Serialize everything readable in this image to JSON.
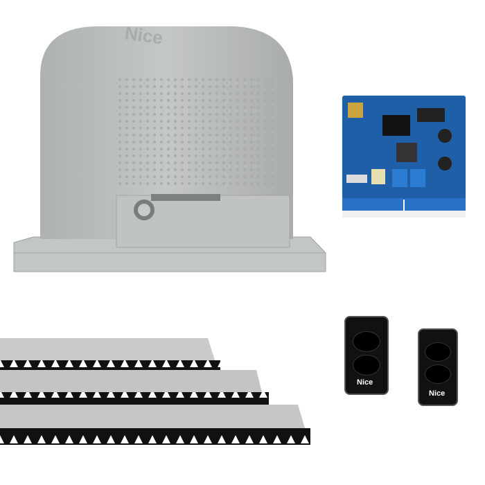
{
  "product": {
    "motor_logo": "Nice",
    "remote_logo": "Nice",
    "remote_count": 2,
    "rack_count": 3
  },
  "colors": {
    "motor_body": "#b9bcbd",
    "motor_base": "#c3c6c7",
    "board_blue": "#1f5fa8",
    "terminal_blue": "#2a72c8",
    "remote_black": "#111111",
    "rack_metal": "#c9c9c9"
  }
}
